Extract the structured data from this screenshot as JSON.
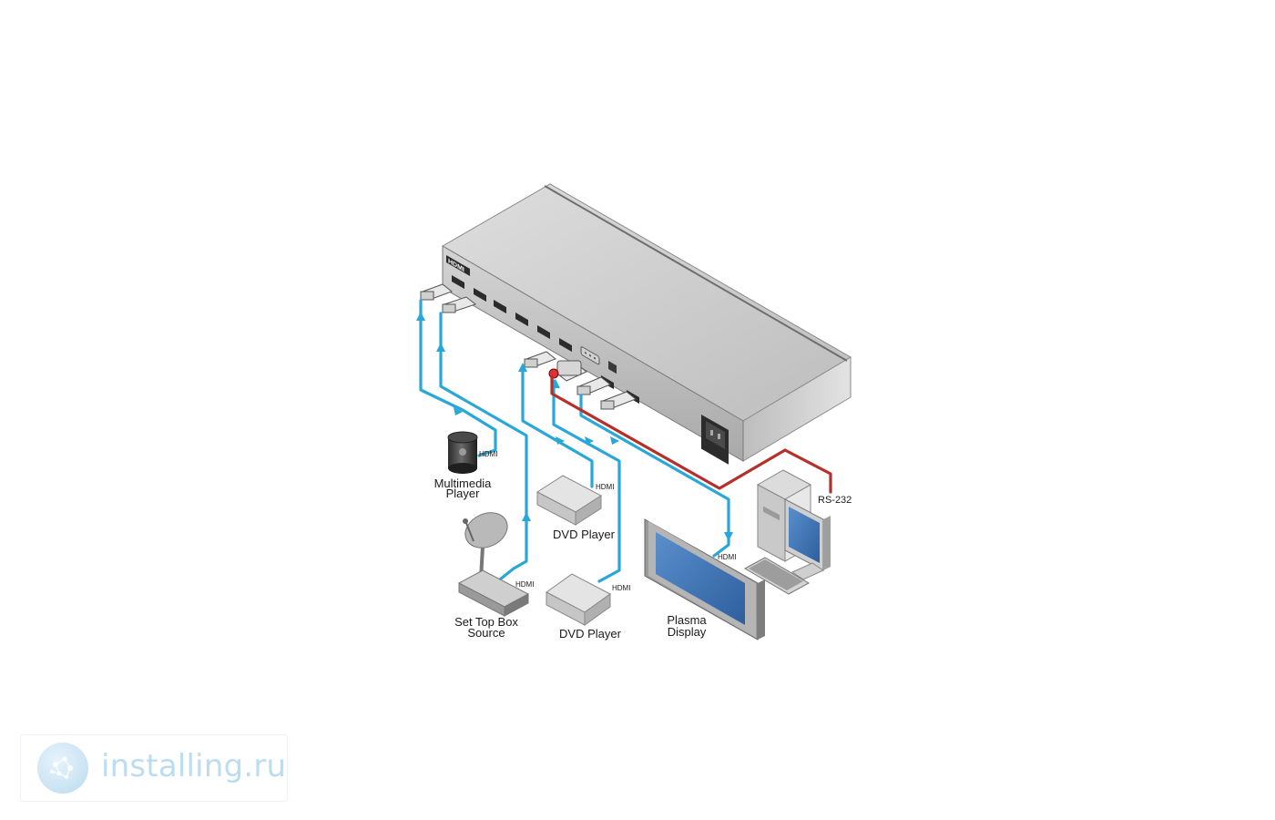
{
  "diagram": {
    "labels": {
      "multimedia_player_line1": "Multimedia",
      "multimedia_player_line2": "Player",
      "set_top_box_line1": "Set Top Box",
      "set_top_box_line2": "Source",
      "dvd_player_top": "DVD Player",
      "dvd_player_bottom": "DVD Player",
      "plasma_line1": "Plasma",
      "plasma_line2": "Display",
      "rs232": "RS-232",
      "switcher_logo": "HDMI"
    },
    "cable_labels": {
      "multimedia": "HDMI",
      "dvd_top": "HDMI",
      "set_top_box": "HDMI",
      "dvd_bottom": "HDMI",
      "plasma": "HDMI"
    },
    "colors": {
      "hdmi_cable": "#2aa7d9",
      "rs232_cable": "#b5302b",
      "device_body": "#d8d8d8",
      "screen": "#3d74b8"
    }
  },
  "watermark": {
    "text": "installing.ru",
    "icon": "installing-logo-icon"
  }
}
